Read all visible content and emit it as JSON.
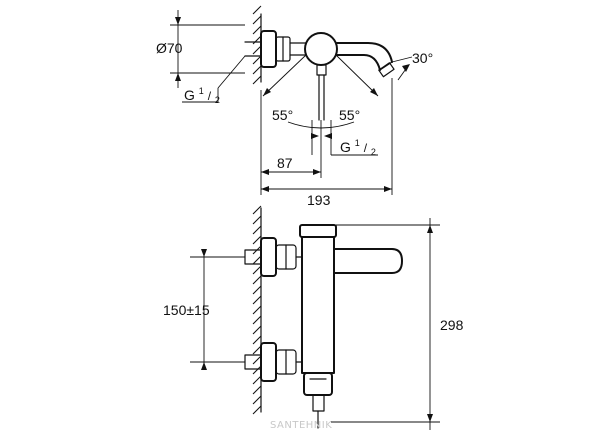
{
  "top_view": {
    "dimension_diameter": "Ø70",
    "thread_left_prefix": "G",
    "thread_left_sup": "1",
    "thread_left_sub": "2",
    "angle_spout": "30°",
    "angle_left": "55°",
    "angle_right": "55°",
    "thread_bottom_prefix": "G",
    "thread_bottom_sup": "1",
    "thread_bottom_sub": "2",
    "dim_inner": "87",
    "dim_overall": "193"
  },
  "front_view": {
    "dim_centers": "150±15",
    "dim_height": "298"
  },
  "watermark": "SANTEHNIK"
}
